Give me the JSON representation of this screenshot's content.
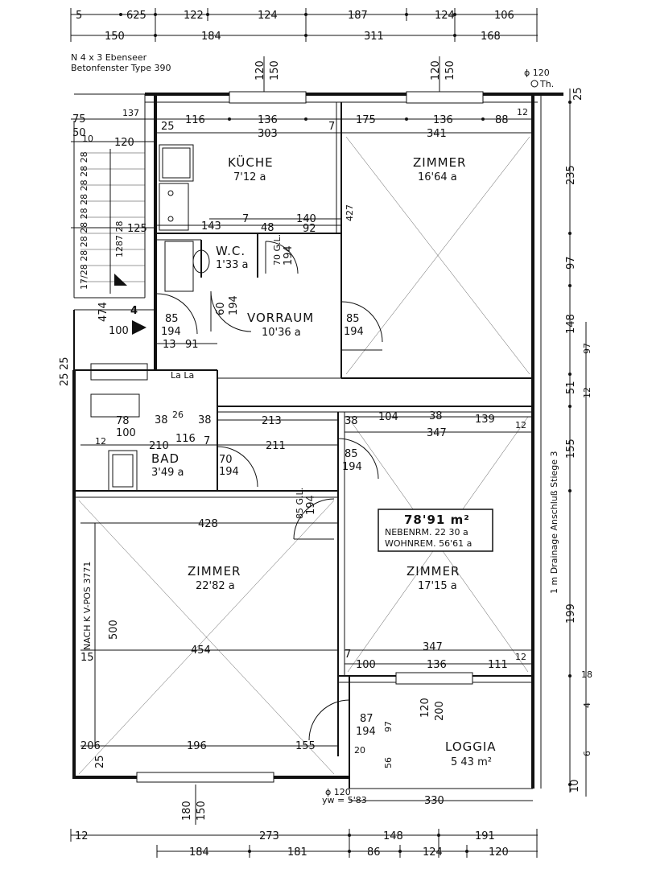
{
  "note": {
    "line1": "N 4 x 3 Ebenseer",
    "line2": "Betonfenster Type 390"
  },
  "top_dims_row1": [
    "5",
    "625",
    "122",
    "124",
    "187",
    "124",
    "106"
  ],
  "top_dims_row2": [
    "150",
    "184",
    "311",
    "168"
  ],
  "bottom_dims_row1": [
    "12",
    "273",
    "148",
    "191"
  ],
  "bottom_dims_row2": [
    "184",
    "181",
    "86",
    "124",
    "120"
  ],
  "rooms": {
    "kueche": {
      "name": "KÜCHE",
      "area": "7'12 a"
    },
    "zimmer_ne": {
      "name": "ZIMMER",
      "area": "16'64 a"
    },
    "wc": {
      "name": "W.C.",
      "area": "1'33 a"
    },
    "vorraum": {
      "name": "VORRAUM",
      "area": "10'36 a"
    },
    "bad": {
      "name": "BAD",
      "area": "3'49 a"
    },
    "zimmer_sw": {
      "name": "ZIMMER",
      "area": "22'82 a"
    },
    "zimmer_se": {
      "name": "ZIMMER",
      "area": "17'15 a"
    },
    "loggia": {
      "name": "LOGGIA",
      "area": "5 43 m²"
    }
  },
  "summary": {
    "total": "78'91 m²",
    "neben": "NEBENRM. 22 30 a",
    "wohn": "WOHNREM. 56'61 a"
  },
  "labels": {
    "stair_number": "4",
    "th": "Th.",
    "diam_top": "ϕ 120",
    "diam_bottom": "ϕ 120",
    "yw": "yw = 5'83",
    "left_side": "NACH K V-POS 3771",
    "right_side": "1 m Drainage  Anschluß  Stiege 3",
    "stair_left": "17/28 28 28 28 28 28 28 28 28",
    "stair_right": "1287 28",
    "la": "La La"
  },
  "dims": {
    "k_row": [
      "25",
      "116",
      "136",
      "7",
      "303",
      "175",
      "136",
      "88",
      "12",
      "341"
    ],
    "left_col": [
      "75",
      "137",
      "50",
      "10",
      "120",
      "125",
      "474",
      "100",
      "13",
      "91",
      "25",
      "25"
    ],
    "mid": [
      "143",
      "140",
      "7",
      "48",
      "92",
      "427"
    ],
    "wc": [
      "70 G.L.",
      "194"
    ],
    "vorraum_doors": [
      "60",
      "194",
      "85",
      "194",
      "85",
      "194"
    ],
    "mid_row": [
      "38",
      "26",
      "38",
      "213",
      "38",
      "104",
      "38",
      "139",
      "12",
      "78",
      "100",
      "347",
      "210",
      "116",
      "7",
      "211",
      "12"
    ],
    "bad_door": [
      "70",
      "194",
      "85",
      "194"
    ],
    "sw_top": [
      "428",
      "85 G.L.",
      "194"
    ],
    "sw_v": [
      "500",
      "15",
      "454",
      "347",
      "7",
      "100",
      "136",
      "111",
      "12"
    ],
    "sw_bottom": [
      "206",
      "196",
      "155",
      "25"
    ],
    "loggia": [
      "87",
      "194",
      "97",
      "56",
      "20",
      "120",
      "200",
      "330"
    ],
    "bottom_v": [
      "180",
      "150"
    ],
    "vert_top": [
      "120",
      "150",
      "120",
      "150"
    ],
    "right_col": [
      "235",
      "97",
      "148",
      "51",
      "155",
      "199",
      "18",
      "25",
      "10",
      "97",
      "12",
      "4",
      "6"
    ]
  }
}
